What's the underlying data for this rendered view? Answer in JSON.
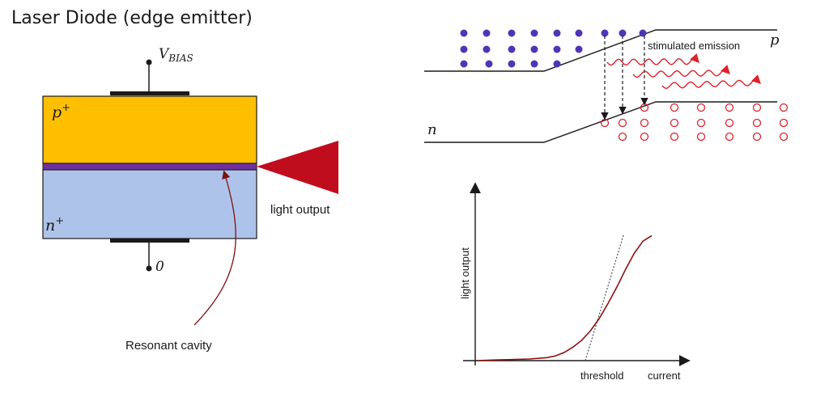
{
  "title": "Laser Diode (edge emitter)",
  "device": {
    "bias_label": "V",
    "bias_subscript": "BIAS",
    "ground_label": "0",
    "p_region_label": "p",
    "p_region_sup": "+",
    "n_region_label": "n",
    "n_region_sup": "+",
    "light_output_label": "light output",
    "cavity_label": "Resonant cavity",
    "colors": {
      "p_region": "#fdbf00",
      "n_region": "#aec3e9",
      "active_layer": "#7030a0",
      "light_beam": "#c00d1e",
      "cavity_arrow": "#7b1010"
    }
  },
  "band_diagram": {
    "p_label": "p",
    "n_label": "n",
    "emission_label": "stimulated emission",
    "colors": {
      "electron": "#4f35b5",
      "hole": "#e0202a",
      "photon": "#e0202a"
    }
  },
  "chart_data": {
    "type": "line",
    "xlabel": "current",
    "ylabel": "light output",
    "annotation": "threshold",
    "xlim": [
      0,
      1
    ],
    "ylim": [
      0,
      1
    ],
    "series": [
      {
        "x": [
          0,
          0.1,
          0.2,
          0.3,
          0.4,
          0.45,
          0.5,
          0.55,
          0.6,
          0.65,
          0.7,
          0.75,
          0.8,
          0.85,
          0.9,
          0.95,
          1.0
        ],
        "y": [
          0,
          0.005,
          0.008,
          0.012,
          0.022,
          0.035,
          0.06,
          0.1,
          0.15,
          0.22,
          0.31,
          0.42,
          0.54,
          0.67,
          0.79,
          0.88,
          0.92
        ]
      }
    ],
    "threshold_line": {
      "x": [
        0.62,
        0.84
      ],
      "y": [
        0,
        0.93
      ]
    },
    "colors": {
      "curve": "#8b1010",
      "axes": "#1a1a1a",
      "threshold_line": "#444444"
    }
  }
}
